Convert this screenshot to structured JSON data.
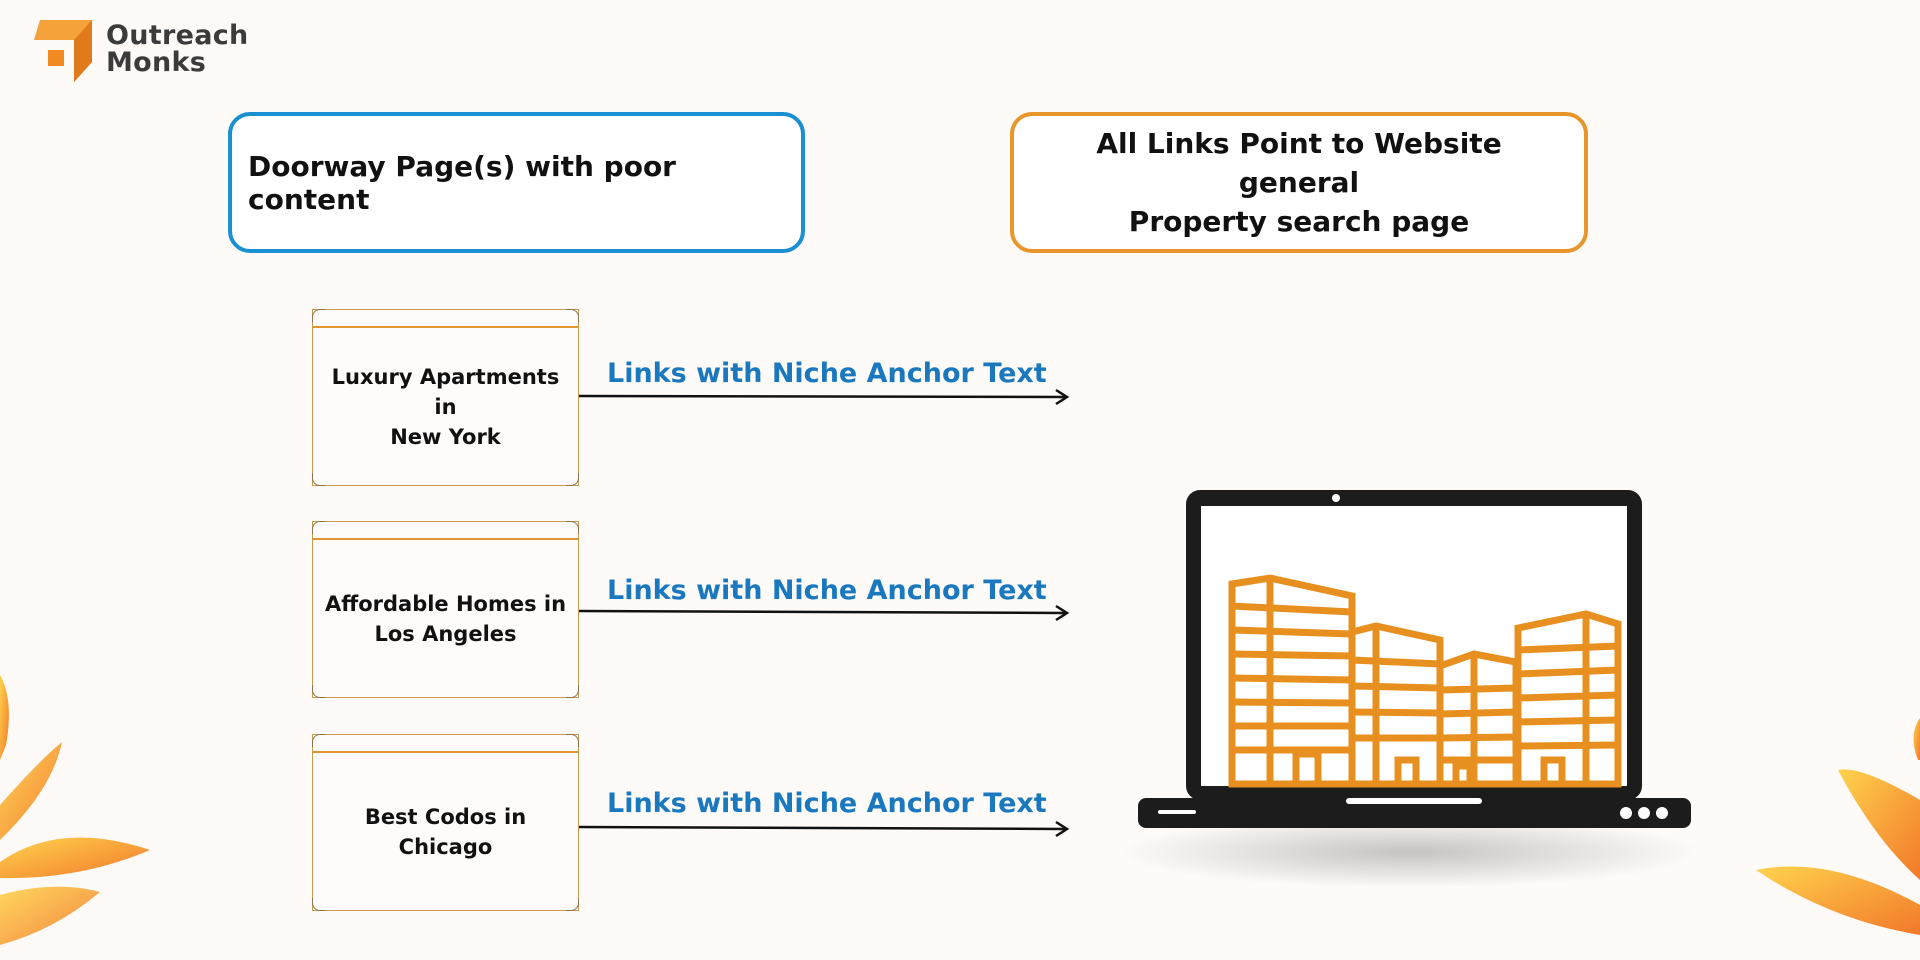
{
  "brand": {
    "name_line1": "Outreach",
    "name_line2": "Monks",
    "icon": "logo-mark-icon"
  },
  "headers": {
    "left": "Doorway Page(s) with poor content",
    "right_line1": "All Links Point to Website general",
    "right_line2": "Property search page"
  },
  "cards": [
    {
      "line1": "Luxury Apartments in",
      "line2": "New York"
    },
    {
      "line1": "Affordable Homes in",
      "line2": "Los Angeles"
    },
    {
      "line1": "Best Codos in",
      "line2": "Chicago"
    }
  ],
  "links": [
    {
      "label": "Links with Niche Anchor Text"
    },
    {
      "label": "Links with Niche Anchor Text"
    },
    {
      "label": "Links with Niche Anchor Text"
    }
  ],
  "illustration": {
    "device": "laptop-icon",
    "screen_content": "buildings-icon"
  },
  "colors": {
    "blue_border": "#1a8fd1",
    "orange_border": "#e8952c",
    "link_text": "#1a78bf",
    "building_orange": "#e8901f",
    "laptop_dark": "#1c1c1c",
    "logo_text": "#3b3b3b"
  }
}
